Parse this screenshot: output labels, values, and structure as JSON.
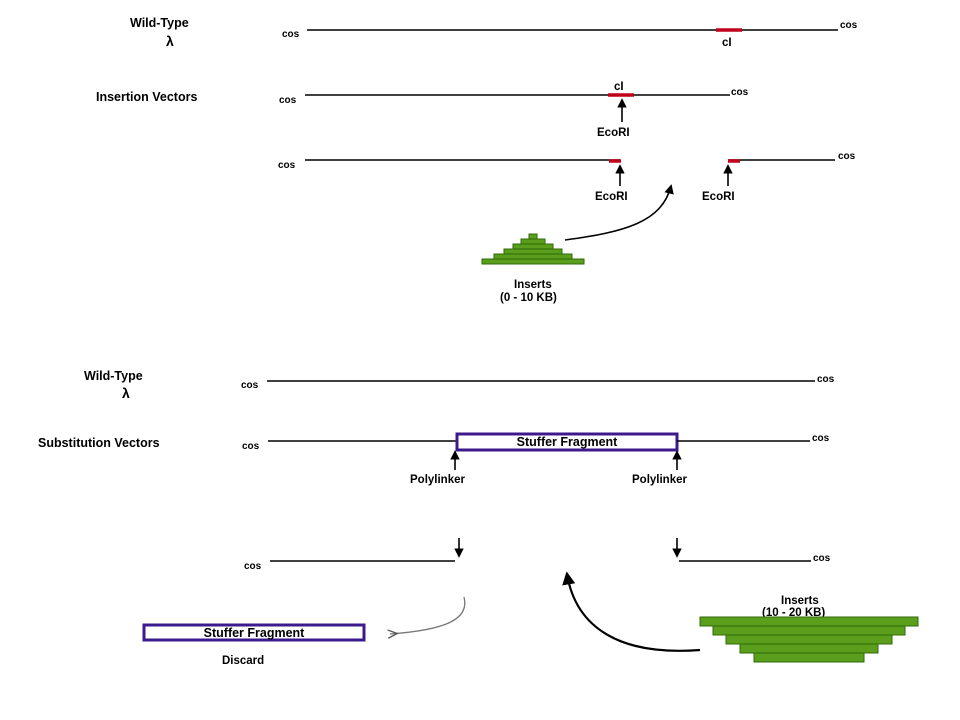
{
  "colors": {
    "cI_marker": "#c0001a",
    "inserts": "#5a9e1c",
    "stuffer_border": "#3d1a8c"
  },
  "top": {
    "wild_type_label": "Wild-Type",
    "lambda": "λ",
    "cos": "cos",
    "cI": "cI",
    "insertion_vectors_label": "Insertion Vectors",
    "ecori": "EcoRI",
    "inserts_label": "Inserts",
    "inserts_size": "(0 - 10 KB)"
  },
  "bottom": {
    "wild_type_label": "Wild-Type",
    "lambda": "λ",
    "cos": "cos",
    "substitution_vectors_label": "Substitution Vectors",
    "stuffer_fragment": "Stuffer Fragment",
    "polylinker": "Polylinker",
    "discard": "Discard",
    "inserts_label": "Inserts",
    "inserts_size": "(10 - 20 KB)"
  }
}
